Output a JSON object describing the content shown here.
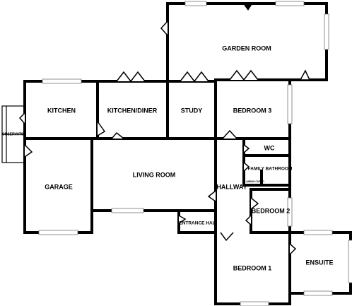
{
  "rooms": {
    "garden_room": "GARDEN ROOM",
    "kitchen": "KITCHEN",
    "kitchen_diner": "KITCHEN/DINER",
    "study": "STUDY",
    "bedroom3": "BEDROOM 3",
    "wc": "WC",
    "family_bathroom": "FAMILY BATHROOM",
    "living_room": "LIVING ROOM",
    "hallway": "HALLWAY",
    "garage": "GARAGE",
    "bedroom2": "BEDROOM 2",
    "entrance_hall": "ENTRANCE HAL",
    "bedroom1": "BEDROOM 1",
    "ensuite": "ENSUITE",
    "conservatory": "ONSERVATOR",
    "airing_cupboard": "AIRING CUPBD"
  }
}
